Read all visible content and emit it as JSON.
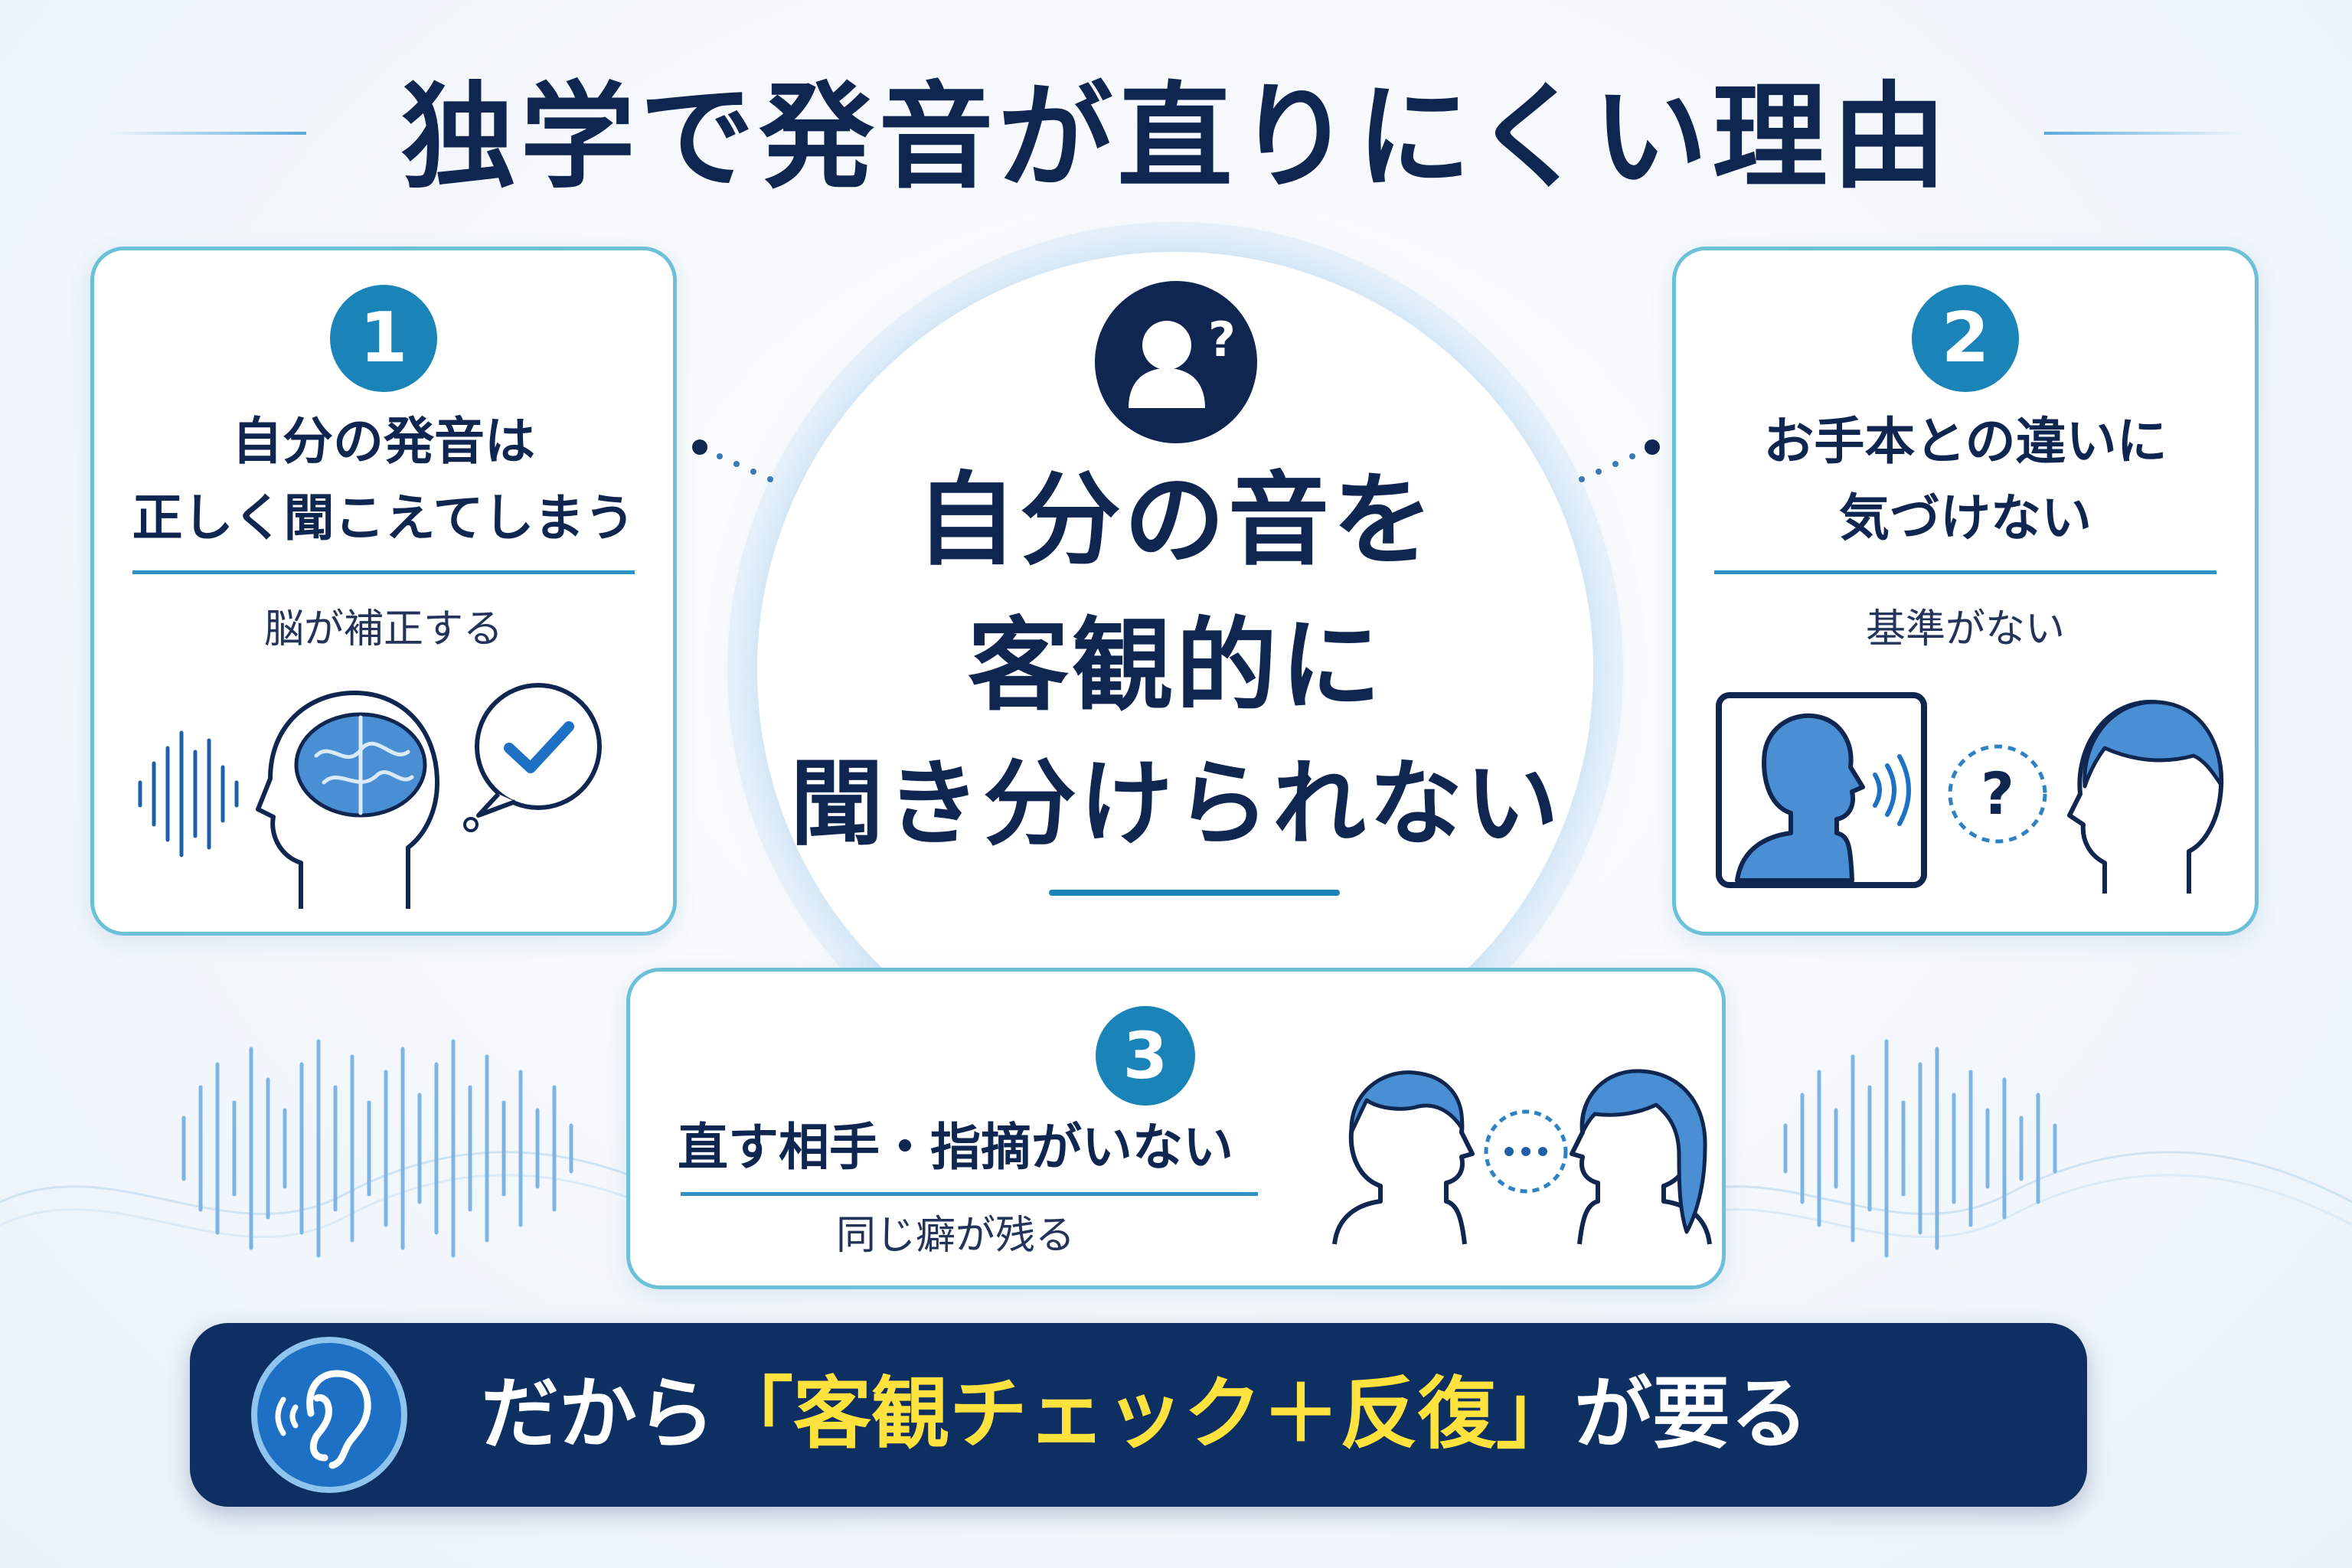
{
  "title": "独学で発音が直りにくい理由",
  "colors": {
    "navy": "#0f2651",
    "accent_blue": "#1a84b8",
    "card_border": "#6cc0d8",
    "banner_bg": "#0e2f62",
    "highlight_yellow": "#ffe23d"
  },
  "center": {
    "icon": "person-question-icon",
    "line1": "自分の音を",
    "line2": "客観的に",
    "line3": "聞き分けられない"
  },
  "cards": [
    {
      "number": "1",
      "title_line1": "自分の発音は",
      "title_line2": "正しく聞こえてしまう",
      "subtitle": "脳が補正する",
      "icons": [
        "sound-wave-icon",
        "head-brain-icon",
        "speech-bubble-check-icon"
      ]
    },
    {
      "number": "2",
      "title_line1": "お手本との違いに",
      "title_line2": "気づけない",
      "subtitle": "基準がない",
      "icons": [
        "video-speaker-icon",
        "question-circle-icon",
        "listener-head-icon"
      ]
    },
    {
      "number": "3",
      "title_line1": "直す相手・指摘がいない",
      "subtitle": "同じ癖が残る",
      "icons": [
        "man-head-icon",
        "ellipsis-circle-icon",
        "woman-head-icon"
      ]
    }
  ],
  "banner": {
    "icon": "ear-sound-icon",
    "prefix": "だから",
    "highlight": "「客観チェック＋反復」",
    "suffix": "が要る"
  }
}
